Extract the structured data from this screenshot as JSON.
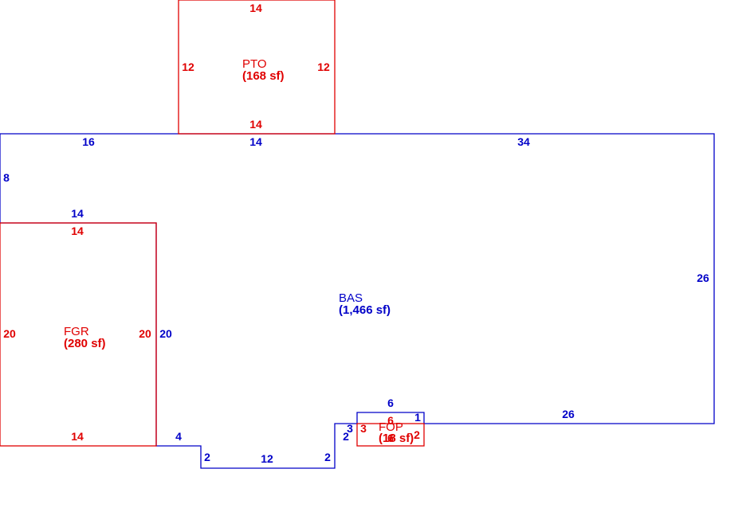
{
  "colors": {
    "main_outline": "#0000c8",
    "sub_outline": "#e00000",
    "background": "#ffffff"
  },
  "areas": {
    "pto": {
      "name": "PTO",
      "size": "(168 sf)"
    },
    "bas": {
      "name": "BAS",
      "size": "(1,466 sf)"
    },
    "fgr": {
      "name": "FGR",
      "size": "(280 sf)"
    },
    "fop": {
      "name": "FOP",
      "size": "(18 sf)"
    }
  },
  "dimensions": {
    "pto": {
      "top": "14",
      "left": "12",
      "right": "12",
      "bottom": "14"
    },
    "bas": {
      "top_left": "16",
      "top_mid": "14",
      "top_right": "34",
      "left_upper": "8",
      "fgr_top": "14",
      "right": "26",
      "fgr_right": "20",
      "bottom_right": "26",
      "step_4": "4",
      "step_2a": "2",
      "bottom_12": "12",
      "step_2b": "2",
      "step_2c": "2",
      "step_3": "3",
      "fop_top": "6",
      "fop_right": "1"
    },
    "fgr": {
      "top": "14",
      "left": "20",
      "right": "20",
      "bottom": "14"
    },
    "fop": {
      "top": "6",
      "left": "3",
      "right": "2",
      "bottom": "6"
    }
  }
}
